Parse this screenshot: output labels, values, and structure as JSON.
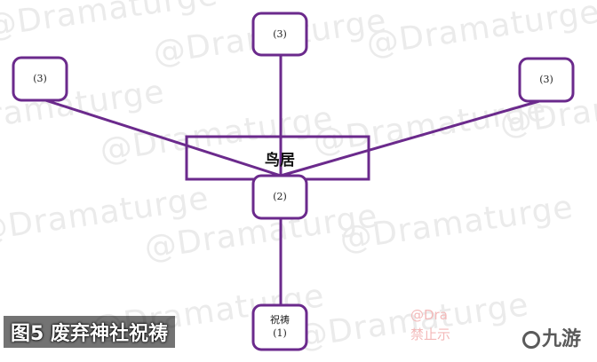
{
  "diagram": {
    "torii_label": "鸟居",
    "node_top_label": "(3)",
    "node_left_label": "(3)",
    "node_right_label": "(3)",
    "node_mid_label": "(2)",
    "node_bottom_label_line1": "祝祷",
    "node_bottom_label_line2": "(1)"
  },
  "caption": "图5 废弃神社祝祷",
  "watermark": {
    "text": "@Dramaturge",
    "corner_line1": "@Dra",
    "corner_line2": "禁止示"
  },
  "brand": {
    "name": "九游"
  },
  "colors": {
    "accent": "#6b2a8c"
  }
}
